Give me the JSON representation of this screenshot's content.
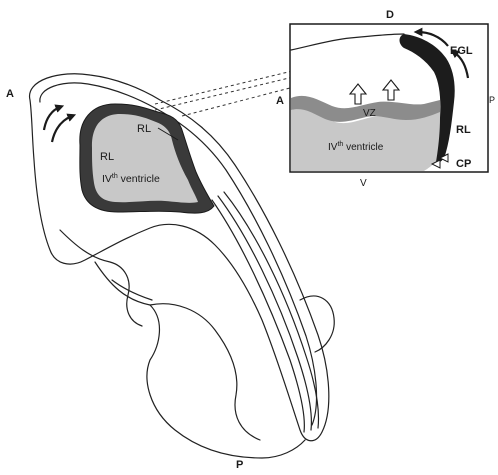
{
  "labels": {
    "A_main": "A",
    "P_main": "P",
    "RL_upper": "RL",
    "RL_left": "RL",
    "ventricle_main_prefix": "IV",
    "ventricle_main_sup": "th",
    "ventricle_main_suffix": " ventricle",
    "D": "D",
    "A_inset": "A",
    "P_inset": "P",
    "V": "V",
    "EGL": "EGL",
    "VZ": "VZ",
    "RL_inset": "RL",
    "CP": "CP",
    "ventricle_inset_prefix": "IV",
    "ventricle_inset_sup": "th",
    "ventricle_inset_suffix": " ventricle"
  },
  "colors": {
    "ink": "#1a1a1a",
    "rhombic_lip": "#3a3a3a",
    "ventricle_fill": "#c8c8c8",
    "vz_band": "#8c8c8c",
    "egl_band": "#1c1c1c",
    "background": "#ffffff"
  }
}
